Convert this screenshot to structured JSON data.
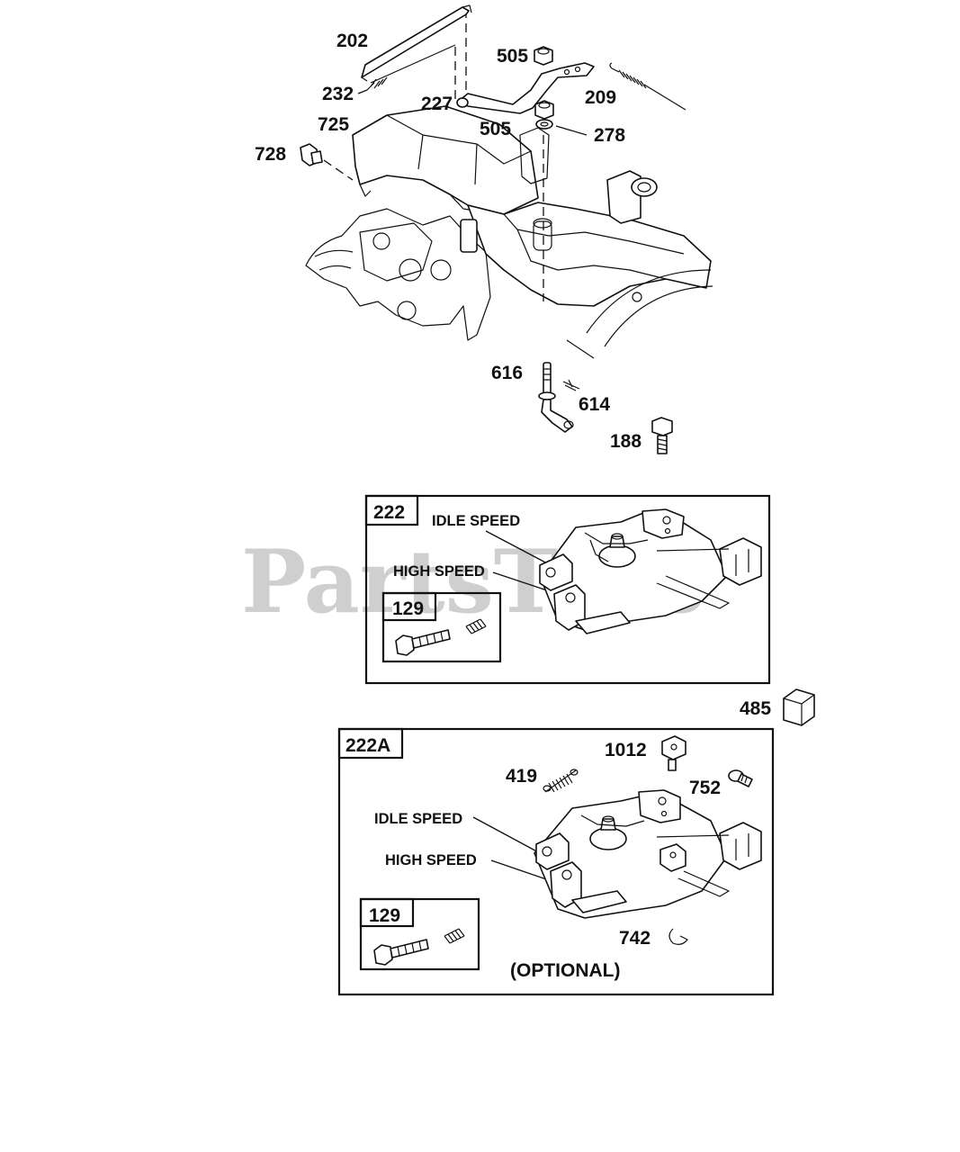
{
  "watermark": {
    "text": "PartsTree",
    "trademark": "™"
  },
  "callouts": {
    "c202": "202",
    "c232": "232",
    "c725": "725",
    "c728": "728",
    "c227": "227",
    "c505a": "505",
    "c505b": "505",
    "c209": "209",
    "c278": "278",
    "c616": "616",
    "c614": "614",
    "c188": "188",
    "c485": "485"
  },
  "panel_222": {
    "label": "222",
    "idle_speed": "IDLE SPEED",
    "high_speed": "HIGH SPEED",
    "kit_label": "129"
  },
  "panel_222a": {
    "label": "222A",
    "idle_speed": "IDLE SPEED",
    "high_speed": "HIGH SPEED",
    "kit_label": "129",
    "c1012": "1012",
    "c419": "419",
    "c752": "752",
    "c742": "742",
    "optional": "(OPTIONAL)"
  }
}
